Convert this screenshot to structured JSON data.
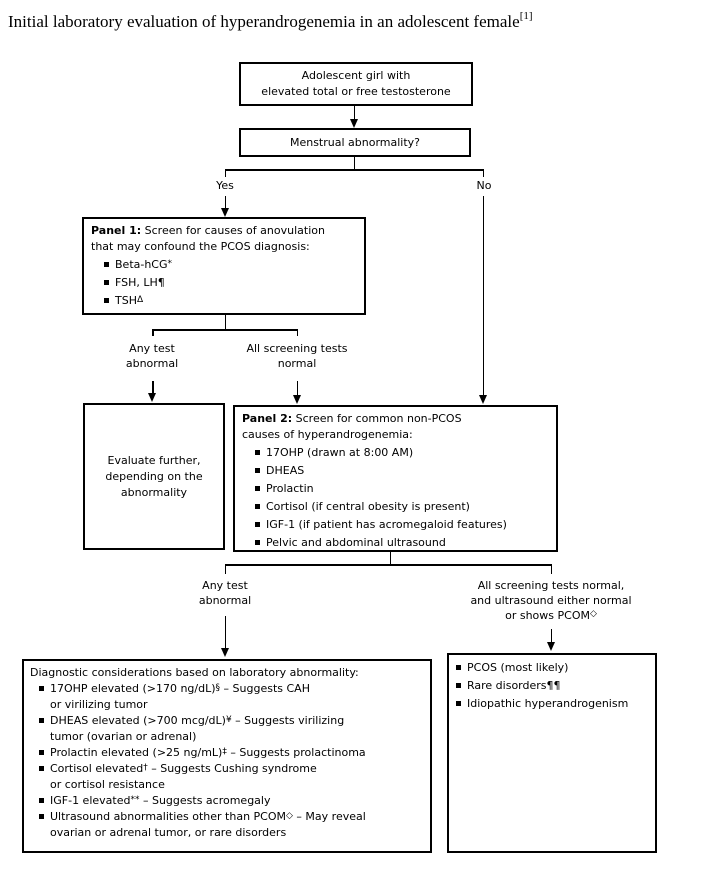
{
  "title": {
    "text": "Initial laboratory evaluation of hyperandrogenemia in an adolescent female",
    "ref": "[1]"
  },
  "colors": {
    "ink": "#000000",
    "background": "#ffffff"
  },
  "flow": {
    "start": "Adolescent girl with\nelevated total or free testosterone",
    "question": "Menstrual abnormality?",
    "label_yes": "Yes",
    "label_no": "No",
    "panel1": {
      "heading": [
        {
          "b": "Panel 1:"
        },
        {
          "t": " Screen for causes of anovulation\nthat may confound the PCOS diagnosis:"
        }
      ],
      "bullets": [
        [
          {
            "t": "Beta-hCG"
          },
          {
            "s": "*"
          }
        ],
        [
          {
            "t": "FSH, LH"
          },
          {
            "t": "¶"
          }
        ],
        [
          {
            "t": "TSH"
          },
          {
            "s": "Δ"
          }
        ]
      ]
    },
    "label_any_abnormal_1": "Any test\nabnormal",
    "label_all_normal_1": "All screening tests\nnormal",
    "evaluate": "Evaluate further,\ndepending on the\nabnormality",
    "panel2": {
      "heading": [
        {
          "b": "Panel 2:"
        },
        {
          "t": " Screen for common non-PCOS\ncauses of hyperandrogenemia:"
        }
      ],
      "bullets": [
        [
          {
            "t": "17OHP (drawn at 8:00 AM)"
          }
        ],
        [
          {
            "t": "DHEAS"
          }
        ],
        [
          {
            "t": "Prolactin"
          }
        ],
        [
          {
            "t": "Cortisol (if central obesity is present)"
          }
        ],
        [
          {
            "t": "IGF-1 (if patient has acromegaloid features)"
          }
        ],
        [
          {
            "t": "Pelvic and abdominal ultrasound"
          }
        ]
      ]
    },
    "label_any_abnormal_2": "Any test\nabnormal",
    "label_all_normal_2": [
      {
        "t": "All screening tests normal,\nand ultrasound either normal\nor shows PCOM"
      },
      {
        "s": "◇"
      }
    ],
    "diagnostic": {
      "heading": "Diagnostic considerations based on laboratory abnormality:",
      "bullets": [
        [
          {
            "t": "17OHP elevated (>170 ng/dL)"
          },
          {
            "s": "§"
          },
          {
            "t": " – Suggests CAH\nor virilizing tumor"
          }
        ],
        [
          {
            "t": "DHEAS elevated (>700 mcg/dL)"
          },
          {
            "s": "¥"
          },
          {
            "t": " – Suggests virilizing\ntumor (ovarian or adrenal)"
          }
        ],
        [
          {
            "t": "Prolactin elevated (>25 ng/mL)"
          },
          {
            "s": "‡"
          },
          {
            "t": " – Suggests prolactinoma"
          }
        ],
        [
          {
            "t": "Cortisol elevated"
          },
          {
            "s": "†"
          },
          {
            "t": " – Suggests Cushing syndrome\nor cortisol resistance"
          }
        ],
        [
          {
            "t": "IGF-1 elevated"
          },
          {
            "s": "**"
          },
          {
            "t": " – Suggests acromegaly"
          }
        ],
        [
          {
            "t": "Ultrasound abnormalities other than PCOM"
          },
          {
            "s": "◇"
          },
          {
            "t": " – May reveal\novarian or adrenal tumor, or rare disorders"
          }
        ]
      ]
    },
    "outcome": {
      "bullets": [
        [
          {
            "t": "PCOS (most likely)"
          }
        ],
        [
          {
            "t": "Rare disorders"
          },
          {
            "t": "¶¶"
          }
        ],
        [
          {
            "t": "Idiopathic hyperandrogenism"
          }
        ]
      ]
    }
  }
}
